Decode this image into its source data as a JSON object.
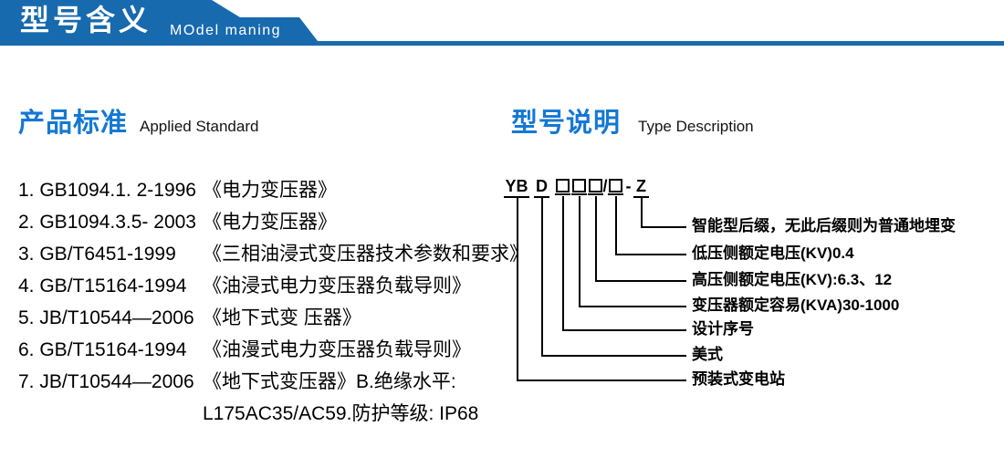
{
  "header": {
    "title_cn": "型号含义",
    "title_en": "MOdel maning"
  },
  "colors": {
    "banner_blue": "#176aae",
    "heading_blue": "#1478d4",
    "text_black": "#000000",
    "background": "#ffffff"
  },
  "standards": {
    "heading_cn": "产品标准",
    "heading_en": "Applied Standard",
    "items": [
      {
        "code": "1. GB1094.1. 2-1996",
        "title": "《电力变压器》"
      },
      {
        "code": "2. GB1094.3.5- 2003",
        "title": "《电力变压器》"
      },
      {
        "code": "3. GB/T6451-1999",
        "title": "《三相油浸式变压器技术参数和要求》"
      },
      {
        "code": "4. GB/T15164-1994",
        "title": "《油浸式电力变压器负载导则》"
      },
      {
        "code": "5. JB/T10544—2006",
        "title": "《地下式变 压器》"
      },
      {
        "code": "6. GB/T15164-1994",
        "title": "《油漫式电力变压器负载导则》"
      },
      {
        "code": "7. JB/T10544—2006",
        "title": "《地下式变压器》B.绝缘水平:"
      },
      {
        "code": "",
        "title": "L175AC35/AC59.防护等级: IP68"
      }
    ]
  },
  "model": {
    "heading_cn": "型号说明",
    "heading_en": "Type Description",
    "code": {
      "prefix": "YB",
      "series": "D",
      "slash": "/",
      "dash": "-",
      "suffix": "Z"
    },
    "labels": [
      "智能型后缀，无此后缀则为普通地埋变",
      "低压侧额定电压(KV)0.4",
      "高压侧额定电压(KV):6.3、12",
      "变压器额定容易(KVA)30-1000",
      "设计序号",
      "美式",
      "预装式变电站"
    ]
  }
}
